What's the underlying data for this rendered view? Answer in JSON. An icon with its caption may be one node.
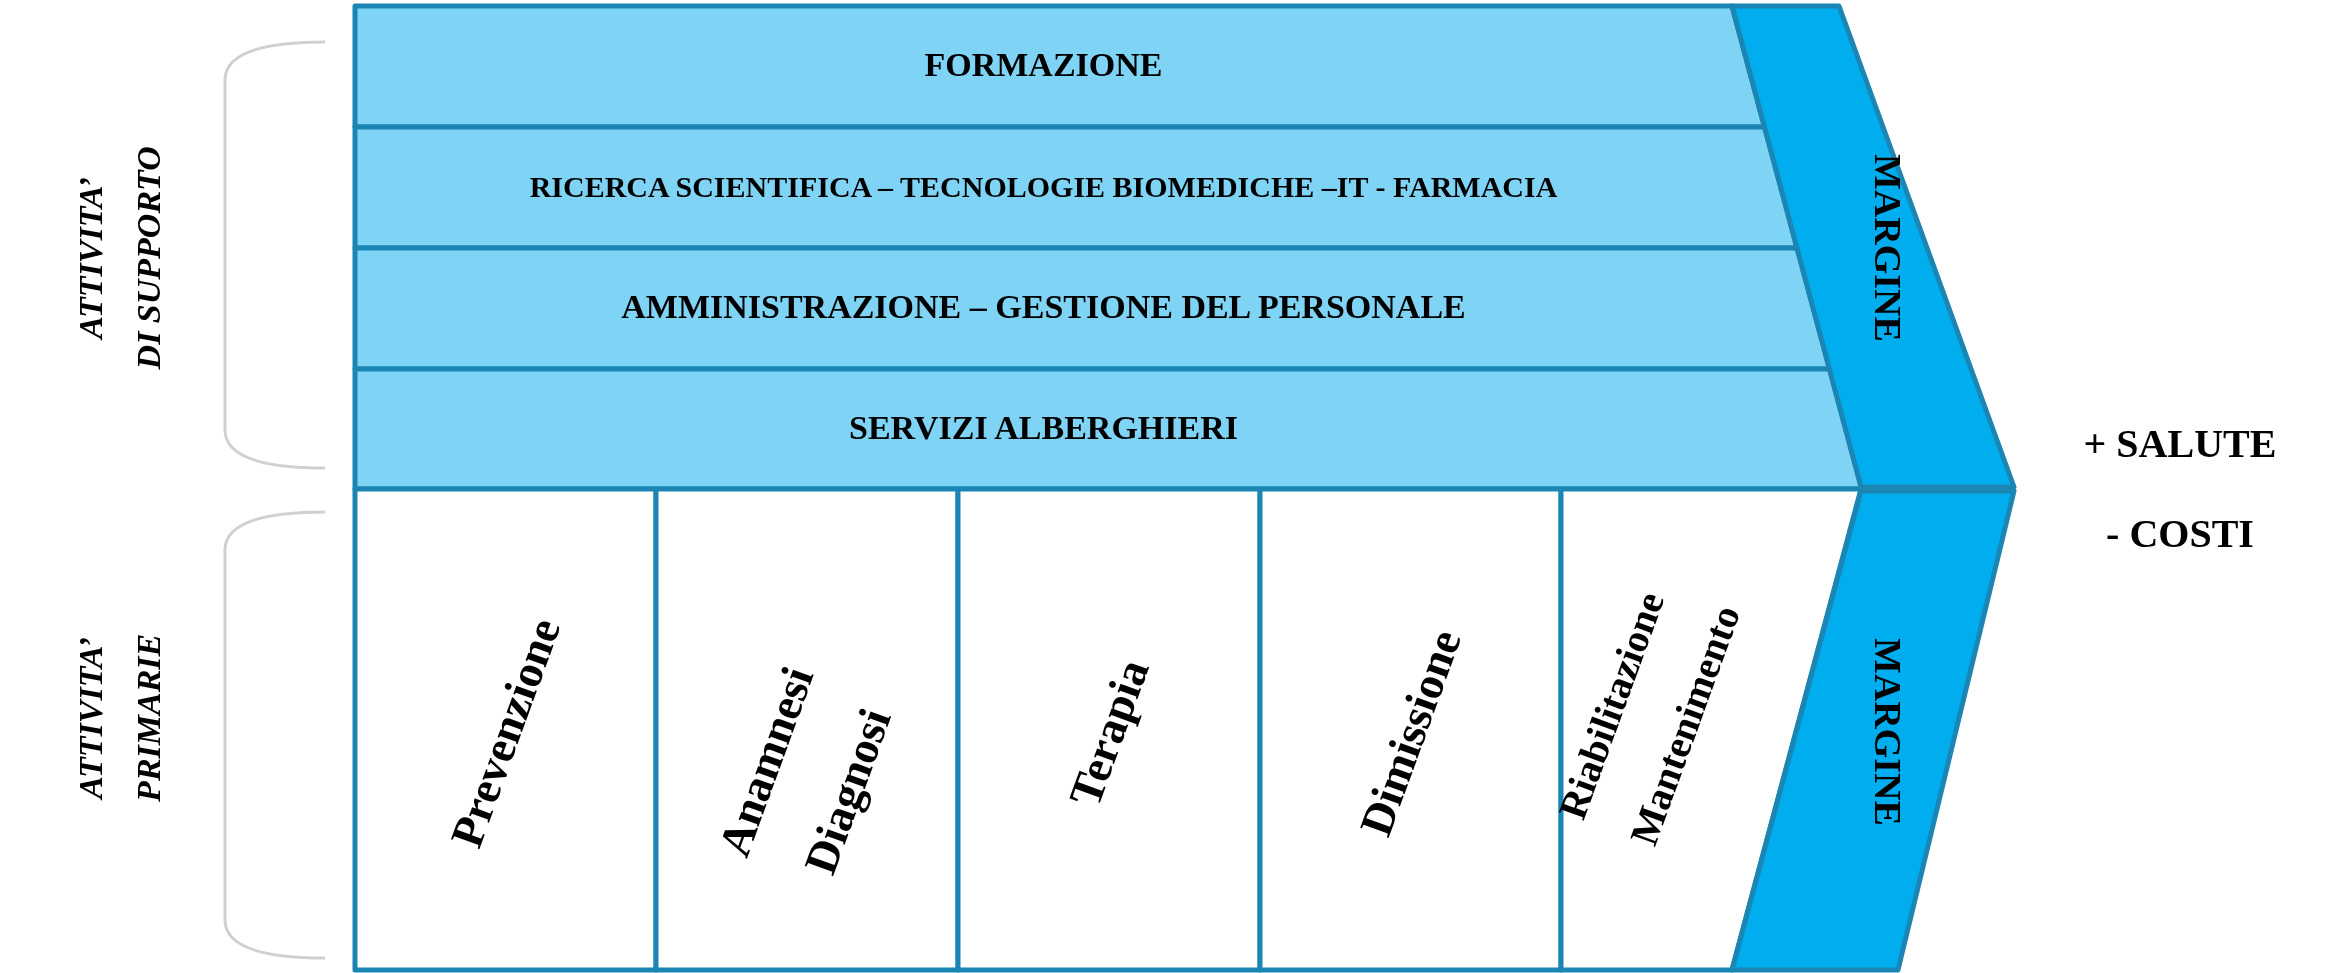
{
  "diagram": {
    "nodes": [
      {
        "text": [
          "FORMAZIONE"
        ]
      },
      {
        "text": [
          "RICERCA SCIENTIFICA – TECNOLOGIE BIOMEDICHE –IT - FARMACIA"
        ]
      },
      {
        "text": [
          "AMMINISTRAZIONE – GESTIONE DEL PERSONALE"
        ]
      },
      {
        "text": [
          "SERVIZI ALBERGHIERI"
        ]
      },
      {
        "text": [
          "MARGINE"
        ]
      },
      {
        "text": [
          "Prevenzione"
        ]
      },
      {
        "text": [
          "Anamnesi Diagnosi"
        ]
      },
      {
        "text": [
          "Terapia"
        ]
      },
      {
        "text": [
          "Dimissione"
        ]
      },
      {
        "text": [
          "Riabilitazione Mantenimento"
        ]
      },
      {
        "text": [
          "MARGINE"
        ]
      }
    ],
    "labels": [
      "ATTIVITA’ DI SUPPORTO",
      "ATTIVITA’ PRIMARIE",
      "+ SALUTE",
      "- COSTI"
    ]
  }
}
